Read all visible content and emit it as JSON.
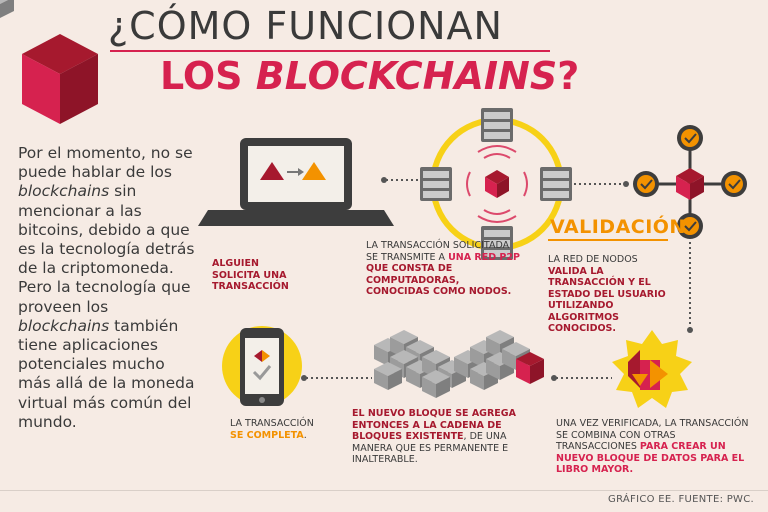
{
  "header": {
    "line1": "¿CÓMO FUNCIONAN",
    "line2_plain": "LOS ",
    "line2_italic": "BLOCKCHAINS",
    "line2_end": "?"
  },
  "intro": {
    "p1": "Por el momento, no se puede hablar de los ",
    "p1_italic": "blockchains",
    "p2": " sin mencionar a las bitcoins, debido a que es la tecnología detrás de la criptomoneda. Pero la tecnología que proveen los ",
    "p2_italic": "blockchains",
    "p3": " también tiene aplicaciones potenciales mucho más allá de la moneda virtual más común del mundo."
  },
  "steps": {
    "step1": {
      "text": "ALGUIEN SOLICITA UNA TRANSACCIÓN"
    },
    "step2": {
      "pre": "LA TRANSACCIÓN SOLICITADA SE TRANSMITE A ",
      "highlight1": "UNA RED P2P",
      "highlight2": " QUE CONSTA DE COMPUTADORAS, CONOCIDAS COMO NODOS."
    },
    "step3": {
      "title": "VALIDACIÓN",
      "pre": "LA RED DE NODOS ",
      "highlight1": "VALIDA LA TRANSACCIÓN",
      "highlight2": " Y EL ESTADO DEL USUARIO UTILIZANDO ALGORITMOS CONOCIDOS."
    },
    "step4": {
      "pre": "UNA VEZ VERIFICADA, LA TRANSACCIÓN SE COMBINA CON OTRAS TRANSACCIONES ",
      "highlight": "PARA CREAR UN NUEVO BLOQUE DE DATOS PARA EL LIBRO MAYOR."
    },
    "step5": {
      "highlight": "EL NUEVO BLOQUE SE AGREGA ENTONCES A LA CADENA DE BLOQUES EXISTENTE",
      "post": ", DE UNA MANERA QUE ES PERMANENTE E INALTERABLE."
    },
    "step6": {
      "pre": "LA TRANSACCIÓN ",
      "highlight": "SE COMPLETA",
      "post": "."
    }
  },
  "footer": {
    "credit": "GRÁFICO EE. FUENTE: PWC."
  },
  "colors": {
    "red": "#d6224f",
    "orange": "#f39200",
    "darkred": "#a6192e",
    "gray": "#3a3a3a",
    "background": "#f6ebe4",
    "yellow": "#f7d117"
  }
}
